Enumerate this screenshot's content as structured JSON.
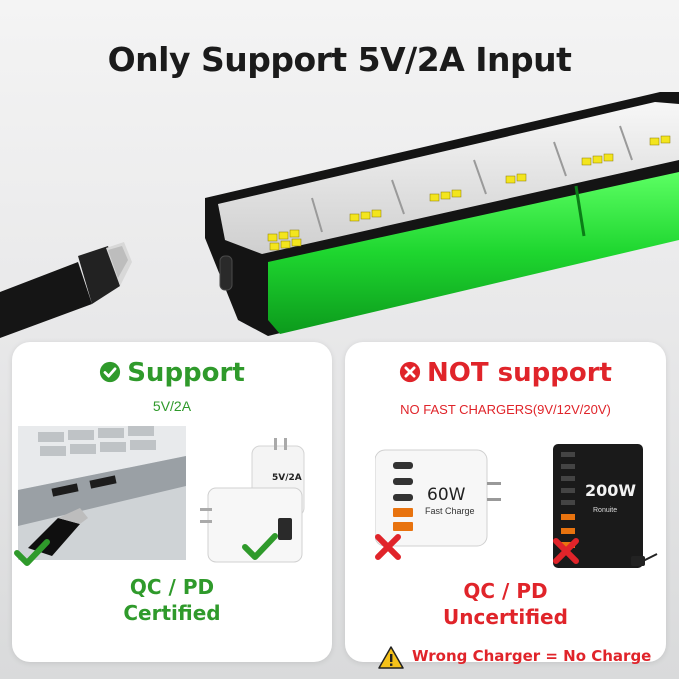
{
  "title": "Only Support 5V/2A Input",
  "support": {
    "heading": "Support",
    "spec": "5V/2A",
    "adapter_label": "5V/2A",
    "certification_line1": "QC / PD",
    "certification_line2": "Certified"
  },
  "not_support": {
    "heading": "NOT support",
    "note": "NO FAST CHARGERS(9V/12V/20V)",
    "charger_a_label_main": "60W",
    "charger_a_label_sub": "Fast Charge",
    "charger_b_label": "200W",
    "charger_b_brand": "Ronuite",
    "certification_line1": "QC / PD",
    "certification_line2": "Uncertified"
  },
  "warning": "Wrong Charger = No Charge",
  "colors": {
    "ok_green": "#2f9a2b",
    "bad_red": "#e0242a",
    "led_green": "#22d93a"
  }
}
